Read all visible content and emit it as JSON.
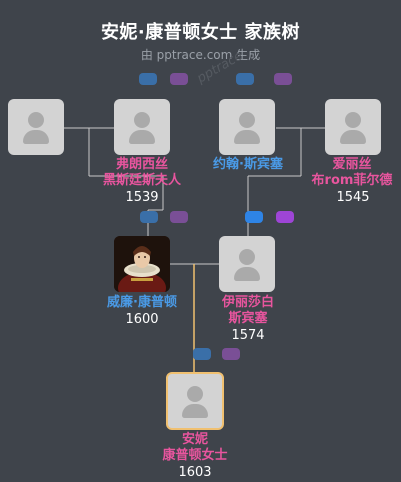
{
  "header": {
    "title": "安妮·康普顿女士 家族树",
    "subtitle": "由 pptrace.com 生成",
    "watermark": "pptrace"
  },
  "colors": {
    "background": "#3f444b",
    "female_name": "#e8559e",
    "male_name": "#4a9ae6",
    "line": "#c8c8c8",
    "highlight_line": "#f0c070"
  },
  "people": {
    "frances": {
      "name": "弗朗西丝\n黑斯廷斯夫人",
      "year": "1539"
    },
    "john": {
      "name": "约翰·斯宾塞",
      "year": ""
    },
    "alice": {
      "name": "爱丽丝\n布rom菲尔德",
      "year": "1545"
    },
    "william": {
      "name": "威廉·康普顿",
      "year": "1600"
    },
    "elizabeth": {
      "name": "伊丽莎白\n斯宾塞",
      "year": "1574"
    },
    "anne": {
      "name": "安妮\n康普顿女士",
      "year": "1603"
    }
  }
}
